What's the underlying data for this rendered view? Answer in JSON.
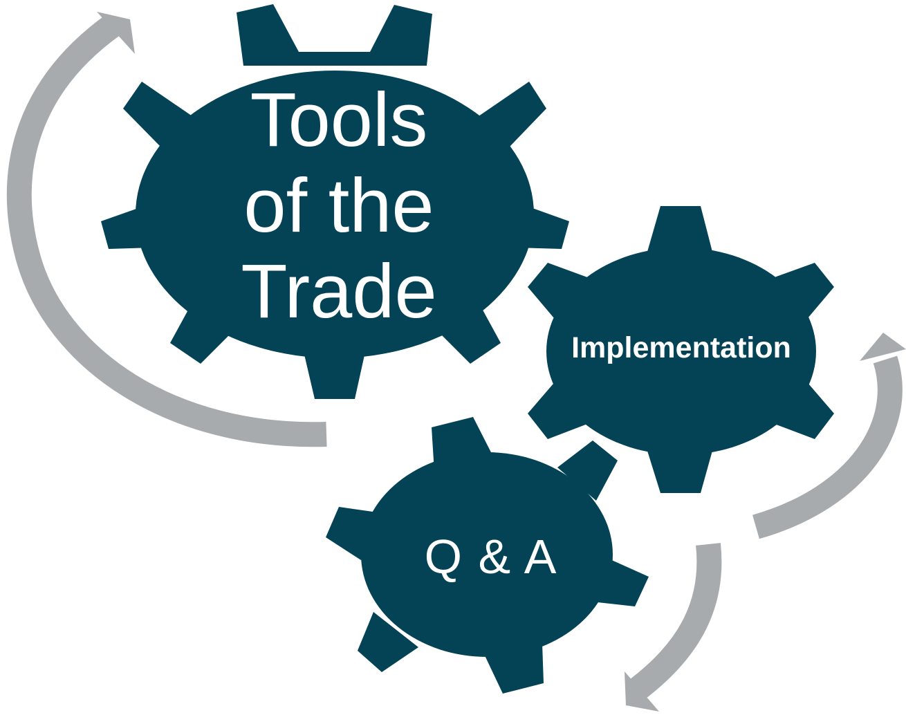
{
  "colors": {
    "gear": "#034355",
    "arrow": "#a7abae",
    "label": "#ffffff",
    "background": "#ffffff"
  },
  "gears": {
    "tools": {
      "lines": [
        "Tools",
        "of the",
        "Trade"
      ]
    },
    "implementation": {
      "label": "Implementation"
    },
    "qa": {
      "label": "Q & A"
    }
  },
  "arrows": [
    {
      "icon": "curved-arrow-up-icon"
    },
    {
      "icon": "curved-arrow-right-up-icon"
    },
    {
      "icon": "curved-arrow-down-left-icon"
    }
  ]
}
